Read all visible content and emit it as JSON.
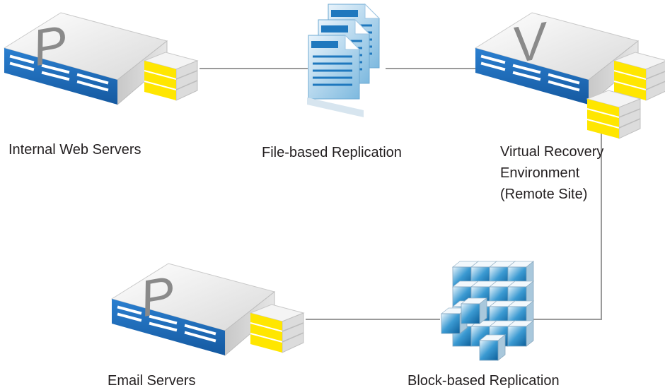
{
  "nodes": {
    "internal_web": {
      "label": "Internal Web Servers",
      "badge": "P"
    },
    "file_replication": {
      "label": "File-based Replication"
    },
    "virtual_recovery": {
      "label": "Virtual Recovery\nEnvironment\n(Remote Site)",
      "badge": "V"
    },
    "email": {
      "label": "Email Servers",
      "badge": "P"
    },
    "block_replication": {
      "label": "Block-based Replication"
    }
  },
  "colors": {
    "server_front": "#1f6fbd",
    "server_top": "#f2f2f2",
    "disk_yellow": "#ffe600",
    "connector": "#9a9a9a",
    "doc_blue": "#4a9fd0",
    "cube_blue": "#2f8fc8"
  },
  "icons": {
    "server": "physical-server-icon",
    "virtual_server": "virtual-server-icon",
    "documents": "documents-stack-icon",
    "blocks": "block-storage-icon"
  }
}
